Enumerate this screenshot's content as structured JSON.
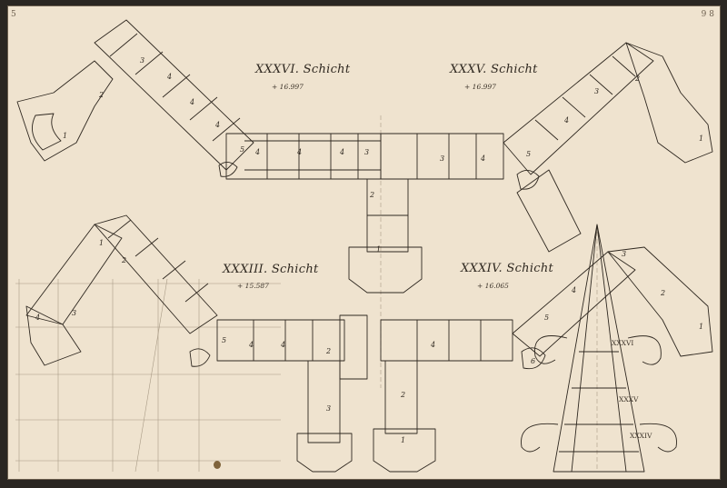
{
  "sheet": {
    "corner_left": "5",
    "corner_right": "9 8"
  },
  "layers": [
    {
      "id": "xxxvi",
      "title": "XXXVI. Schicht",
      "elevation": "+ 16.997"
    },
    {
      "id": "xxxv",
      "title": "XXXV. Schicht",
      "elevation": "+ 16.997"
    },
    {
      "id": "xxxiii",
      "title": "XXXIII. Schicht",
      "elevation": "+ 15.587"
    },
    {
      "id": "xxxiv",
      "title": "XXXIV. Schicht",
      "elevation": "+ 16.065"
    }
  ],
  "pinnacle_labels": [
    "XXXVI",
    "XXXV",
    "XXXIV"
  ],
  "block_numbers": {
    "tl": [
      "1",
      "2",
      "3",
      "4",
      "4",
      "4",
      "5",
      "4",
      "4",
      "4",
      "3",
      "2",
      "1"
    ],
    "tr": [
      "1",
      "2",
      "3",
      "4",
      "5",
      "3",
      "4"
    ],
    "bl": [
      "1",
      "2",
      "3",
      "4",
      "5",
      "4",
      "4",
      "2",
      "3"
    ],
    "br": [
      "1",
      "2",
      "3",
      "4",
      "5",
      "6",
      "4",
      "2",
      "1"
    ]
  },
  "colors": {
    "paper": "#efe3cf",
    "ink": "#2f2820",
    "pencil": "#8c7f6c",
    "border": "#2a2622"
  }
}
